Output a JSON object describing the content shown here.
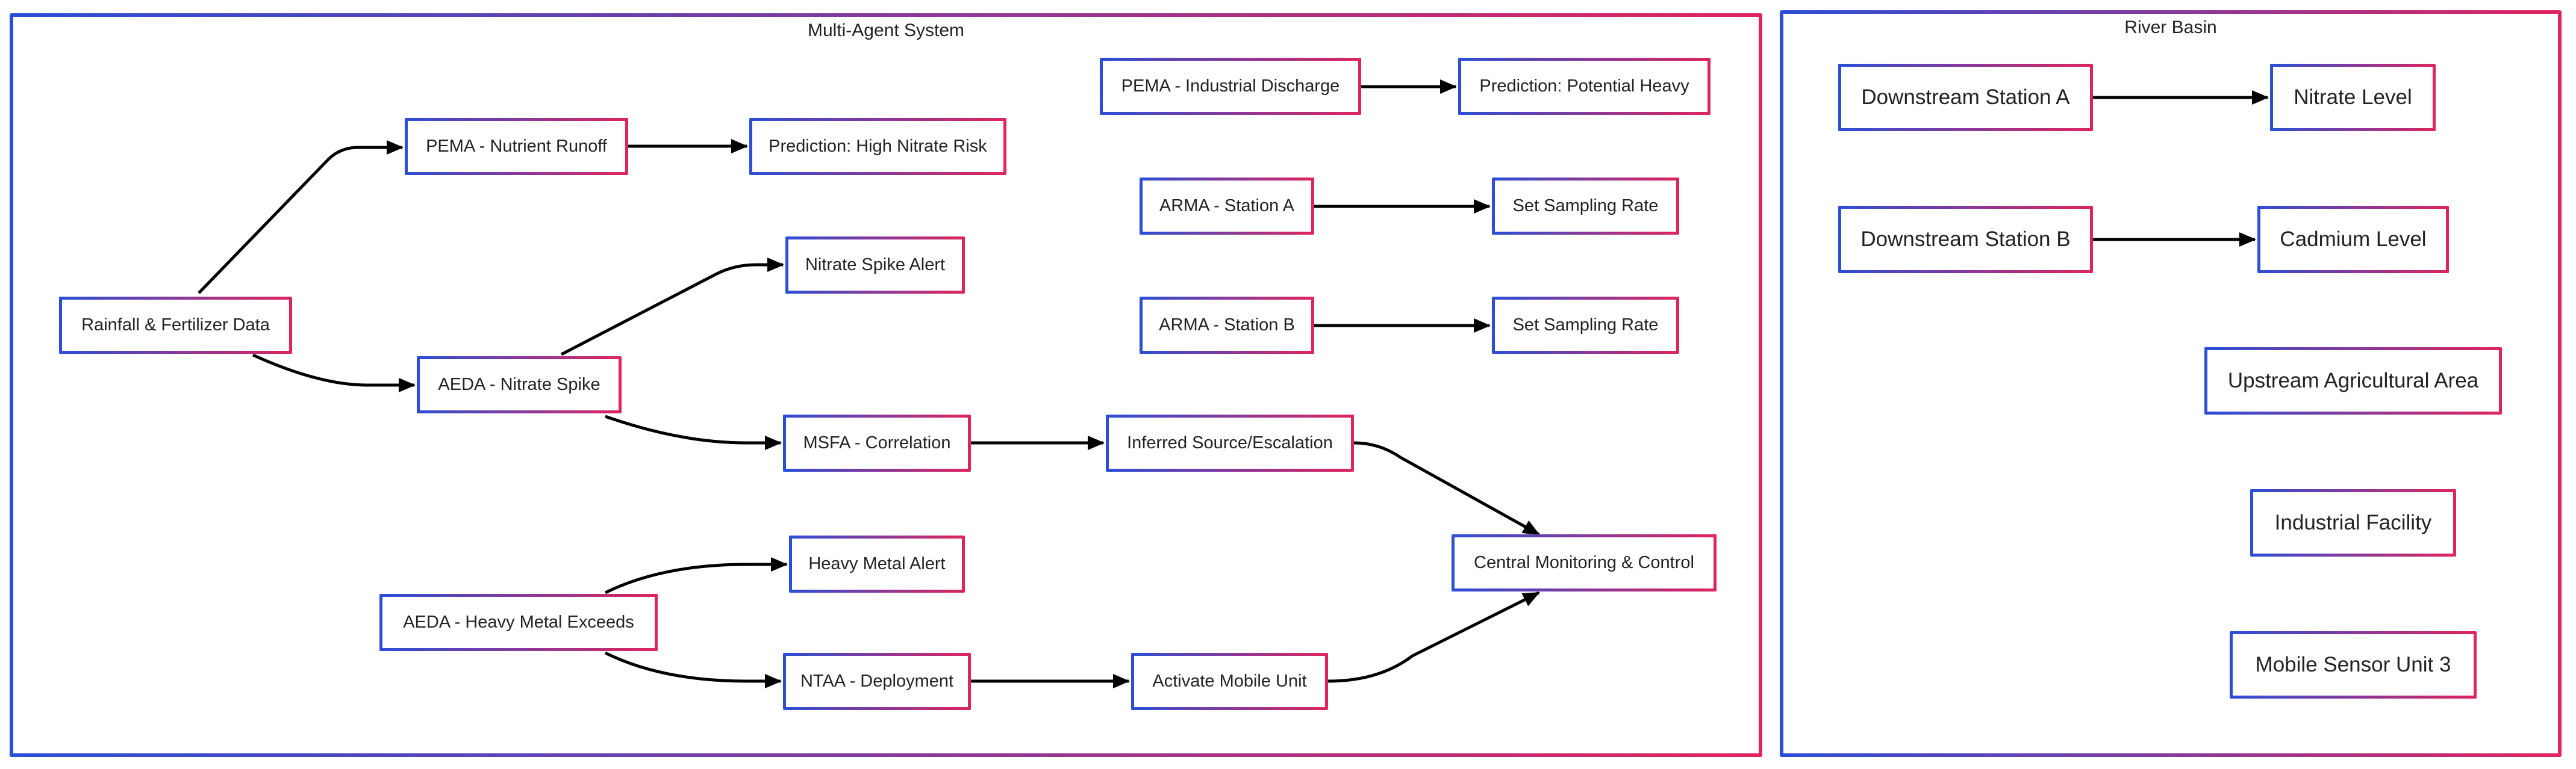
{
  "clusters": {
    "mas": "Multi-Agent System",
    "basin": "River Basin"
  },
  "nodes": {
    "rainfall": "Rainfall & Fertilizer Data",
    "pema_nutrient": "PEMA - Nutrient Runoff",
    "pred_nitrate": "Prediction: High Nitrate Risk",
    "aeda_nitrate": "AEDA - Nitrate Spike",
    "nitrate_alert": "Nitrate Spike Alert",
    "msfa": "MSFA - Correlation",
    "inferred": "Inferred Source/Escalation",
    "pema_industrial": "PEMA - Industrial Discharge",
    "pred_heavy": "Prediction: Potential Heavy",
    "arma_a": "ARMA - Station A",
    "rate_a": "Set Sampling Rate",
    "arma_b": "ARMA - Station B",
    "rate_b": "Set Sampling Rate",
    "central": "Central Monitoring & Control",
    "aeda_heavy": "AEDA - Heavy Metal Exceeds",
    "heavy_alert": "Heavy Metal Alert",
    "ntaa": "NTAA - Deployment",
    "activate": "Activate Mobile Unit",
    "station_a": "Downstream Station A",
    "nitrate_level": "Nitrate Level",
    "station_b": "Downstream Station B",
    "cadmium_level": "Cadmium Level",
    "upstream": "Upstream Agricultural Area",
    "industrial": "Industrial Facility",
    "mobile": "Mobile Sensor Unit 3"
  },
  "edges": [
    {
      "from": "rainfall",
      "to": "pema_nutrient"
    },
    {
      "from": "rainfall",
      "to": "aeda_nitrate"
    },
    {
      "from": "pema_nutrient",
      "to": "pred_nitrate"
    },
    {
      "from": "aeda_nitrate",
      "to": "nitrate_alert"
    },
    {
      "from": "aeda_nitrate",
      "to": "msfa"
    },
    {
      "from": "msfa",
      "to": "inferred"
    },
    {
      "from": "inferred",
      "to": "central"
    },
    {
      "from": "pema_industrial",
      "to": "pred_heavy"
    },
    {
      "from": "arma_a",
      "to": "rate_a"
    },
    {
      "from": "arma_b",
      "to": "rate_b"
    },
    {
      "from": "aeda_heavy",
      "to": "heavy_alert"
    },
    {
      "from": "aeda_heavy",
      "to": "ntaa"
    },
    {
      "from": "ntaa",
      "to": "activate"
    },
    {
      "from": "activate",
      "to": "central"
    },
    {
      "from": "station_a",
      "to": "nitrate_level"
    },
    {
      "from": "station_b",
      "to": "cadmium_level"
    }
  ]
}
